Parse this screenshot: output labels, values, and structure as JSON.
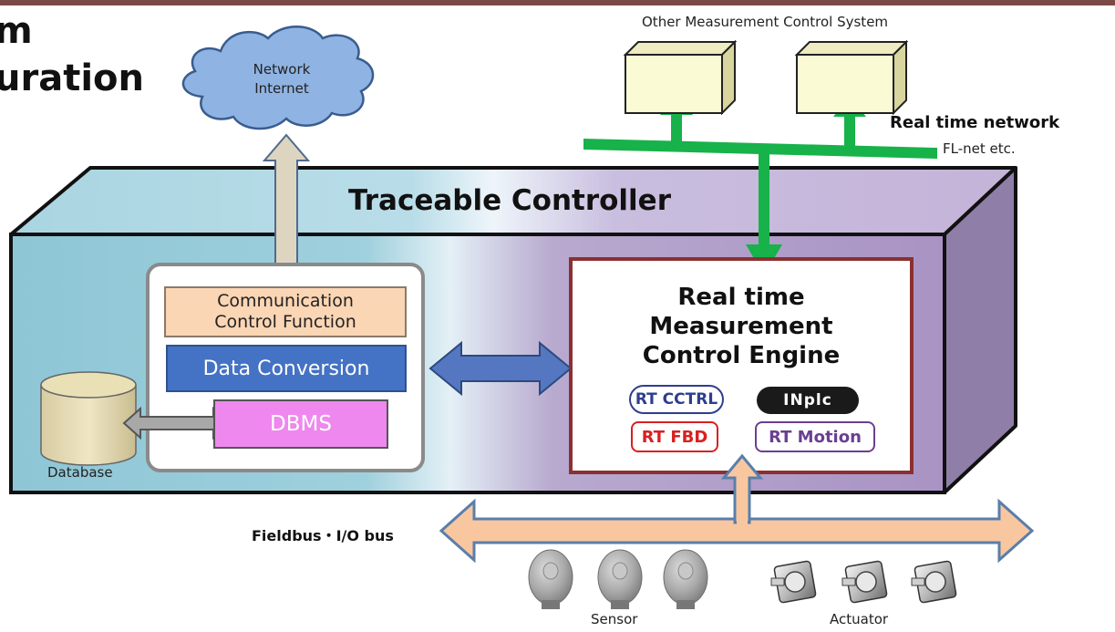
{
  "slide_title": {
    "line1": "m",
    "line2": "uration"
  },
  "cloud": {
    "line1": "Network",
    "line2": "Internet"
  },
  "other_system": "Other Measurement Control System",
  "rt_network": {
    "title": "Real time network",
    "subtitle": "FL-net etc."
  },
  "controller": {
    "title": "Traceable Controller"
  },
  "left_panel": {
    "comm_line1": "Communication",
    "comm_line2": "Control  Function",
    "data_conversion": "Data Conversion",
    "dbms": "DBMS",
    "database": "Database"
  },
  "engine": {
    "line1": "Real time",
    "line2": "Measurement",
    "line3": "Control Engine",
    "logos": [
      "RT CCTRL",
      "INplc",
      "RT FBD",
      "RT Motion"
    ]
  },
  "fieldbus": "Fieldbus・I/O bus",
  "devices": {
    "sensor": "Sensor",
    "actuator": "Actuator"
  },
  "colors": {
    "header_bar": "#7a4a46",
    "network_green": "#17b24a",
    "cloud_fill": "#8fb4e3",
    "comm_fill": "#fbd6b4",
    "data_conv_fill": "#4472c4",
    "dbms_fill": "#ee88ee",
    "engine_border": "#8b3030",
    "bus_fill": "#f8c7a0",
    "bus_outline": "#5a7eaa"
  }
}
